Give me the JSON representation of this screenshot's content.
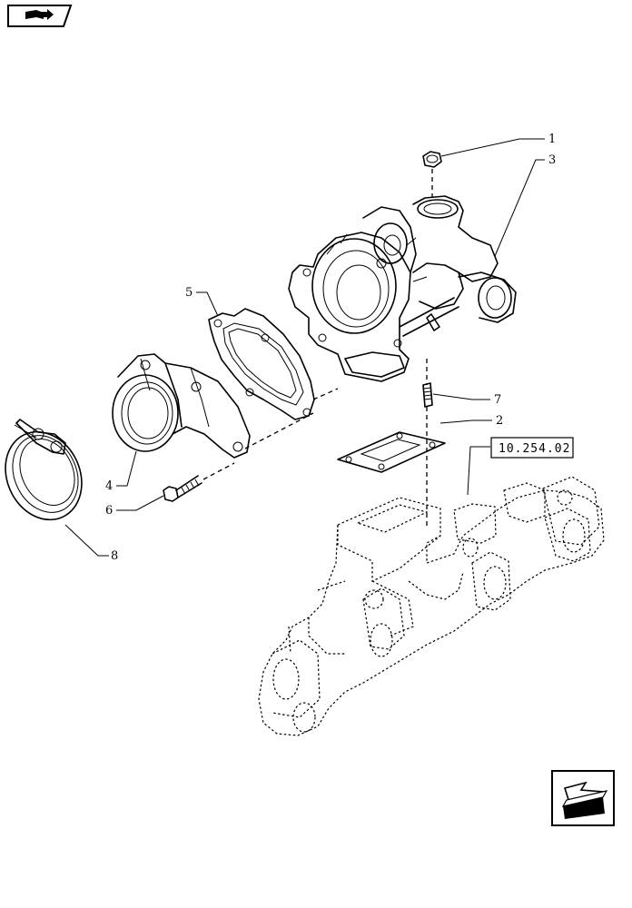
{
  "diagram": {
    "callouts": [
      {
        "id": "1",
        "text": "1"
      },
      {
        "id": "2",
        "text": "2"
      },
      {
        "id": "3",
        "text": "3"
      },
      {
        "id": "4",
        "text": "4"
      },
      {
        "id": "5",
        "text": "5"
      },
      {
        "id": "6",
        "text": "6"
      },
      {
        "id": "7",
        "text": "7"
      },
      {
        "id": "8",
        "text": "8"
      }
    ],
    "reference_box": {
      "text": "10.254.02"
    }
  },
  "icons": {
    "top_left": "book-arrow-nav-icon",
    "bottom_right": "return-arrow-nav-icon"
  },
  "colors": {
    "ink": "#000000",
    "paper": "#ffffff"
  }
}
